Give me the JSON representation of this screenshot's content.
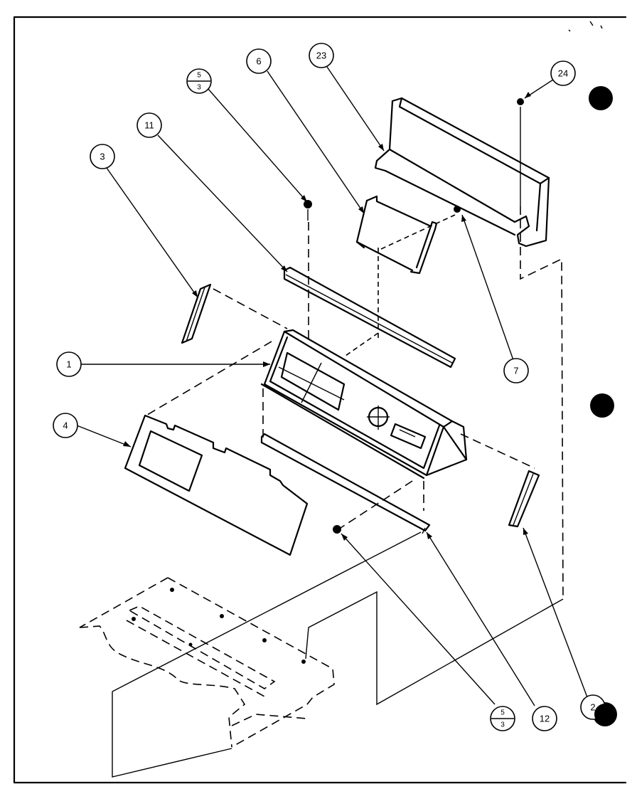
{
  "callouts": {
    "c1": "1",
    "c3": "3",
    "c4": "4",
    "c6": "6",
    "c7": "7",
    "c11": "11",
    "c12": "12",
    "c23": "23",
    "c24": "24",
    "c2": "2",
    "frac_top": {
      "num": "5",
      "den": "3"
    },
    "frac_bottom": {
      "num": "5",
      "den": "3"
    }
  },
  "colors": {
    "ink": "#000000",
    "paper": "#ffffff"
  }
}
